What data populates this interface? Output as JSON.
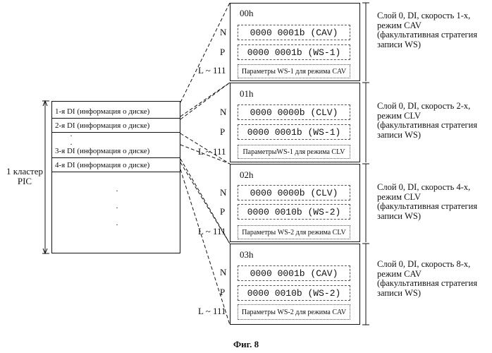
{
  "cluster": {
    "label_line1": "1 кластер",
    "label_line2": "PIC",
    "di_items": [
      {
        "label": "1-я DI (информация о диске)"
      },
      {
        "label": "2-я DI (информация о диске)"
      },
      {
        "label": "3-я DI (информация о диске)"
      },
      {
        "label": "4-я DI (информация о диске)"
      }
    ]
  },
  "blocks": [
    {
      "id": "00h",
      "n_label": "N",
      "n_value": "0000 0001b (CAV)",
      "p_label": "P",
      "p_value": "0000 0001b (WS-1)",
      "l_label": "L ~ 111",
      "params": "Параметры WS-1 для режима CAV",
      "desc": [
        "Слой 0, DI, скорость 1-х,",
        "режим CAV",
        "(факультативная стратегия",
        "записи WS)"
      ]
    },
    {
      "id": "01h",
      "n_label": "N",
      "n_value": "0000 0000b (CLV)",
      "p_label": "P",
      "p_value": "0000 0001b (WS-1)",
      "l_label": "L ~ 111",
      "params": "ПараметрыWS-1 для режима CLV",
      "desc": [
        "Слой 0, DI, скорость 2-х,",
        "режим CLV",
        "(факультативная стратегия",
        "записи WS)"
      ]
    },
    {
      "id": "02h",
      "n_label": "N",
      "n_value": "0000 0000b (CLV)",
      "p_label": "P",
      "p_value": "0000 0010b (WS-2)",
      "l_label": "L ~ 111",
      "params": "Параметры WS-2 для режима CLV",
      "desc": [
        "Слой 0, DI, скорость 4-х,",
        "режим CLV",
        "(факультативная  стратегия",
        "записи WS)"
      ]
    },
    {
      "id": "03h",
      "n_label": "N",
      "n_value": "0000 0001b (CAV)",
      "p_label": "P",
      "p_value": "0000 0010b (WS-2)",
      "l_label": "L ~ 111",
      "params": "Параметры WS-2 для режима CAV",
      "desc": [
        "Слой 0, DI, скорость 8-х,",
        "режим CAV",
        "(факультативная стратегия",
        "записи WS)"
      ]
    }
  ],
  "caption": "Фиг. 8"
}
